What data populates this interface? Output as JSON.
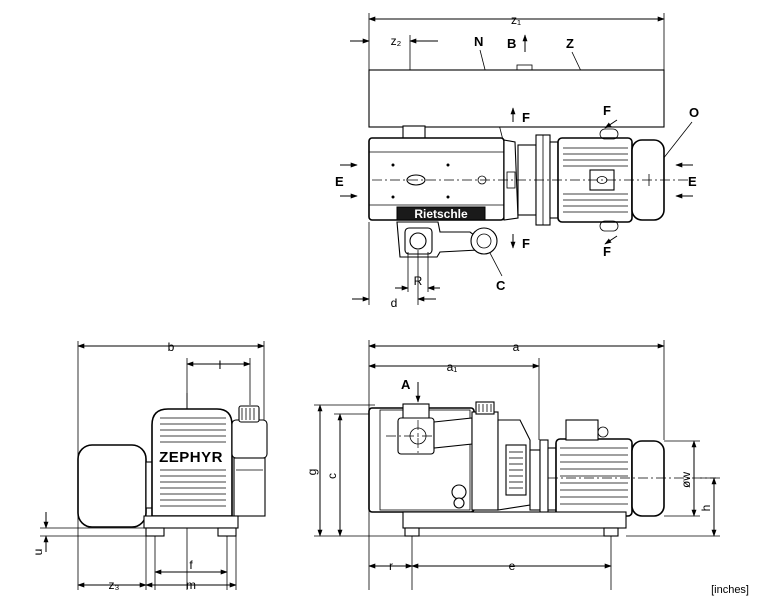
{
  "units_note": "[inches]",
  "top_view": {
    "dimensions": {
      "z1": "z₁",
      "z2": "z₂",
      "R": "R",
      "d": "d"
    },
    "markers": {
      "B": "B",
      "N": "N",
      "Z": "Z",
      "O": "O",
      "C": "C",
      "E": "E",
      "F": "F"
    },
    "nameplate": "Rietschle"
  },
  "side_view": {
    "brand": "ZEPHYR",
    "dimensions": {
      "b": "b",
      "l": "l",
      "f": "f",
      "m": "m",
      "z3": "z₃",
      "u": "u"
    }
  },
  "front_view": {
    "dimensions": {
      "a": "a",
      "a1": "a₁",
      "g": "g",
      "c": "c",
      "w": "øw",
      "h": "h",
      "r": "r",
      "e": "e"
    },
    "markers": {
      "A": "A"
    }
  }
}
